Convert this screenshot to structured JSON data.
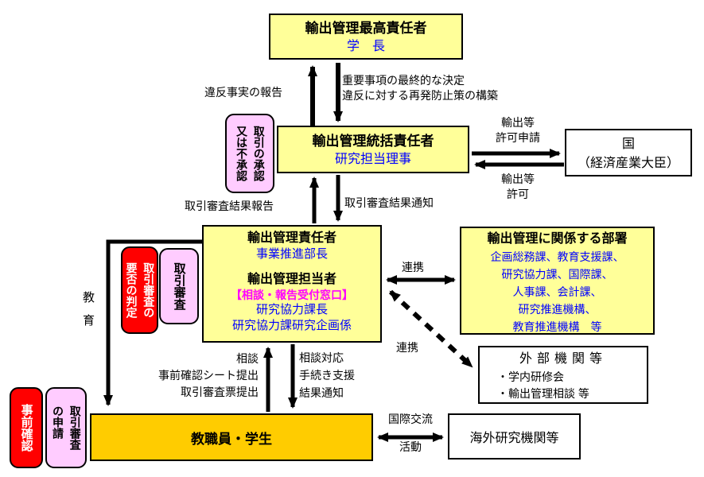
{
  "colors": {
    "box_yellow": "#FFFF99",
    "box_orange": "#FFCC00",
    "badge_red": "#FF0000",
    "badge_pink": "#FFCCFF",
    "text_blue": "#0000FF",
    "text_magenta": "#FF00FF",
    "arrow_black": "#000000"
  },
  "boxes": {
    "top_executive": {
      "title": "輸出管理最高責任者",
      "subtitle": "学　長"
    },
    "supervisor": {
      "title": "輸出管理統括責任者",
      "subtitle": "研究担当理事"
    },
    "government": {
      "line1": "国",
      "line2": "（経済産業大臣）"
    },
    "manager": {
      "title1": "輸出管理責任者",
      "subtitle1": "事業推進部長",
      "title2": "輸出管理担当者",
      "window_label": "【相談・報告受付窓口】",
      "subtitle2": "研究協力課長",
      "subtitle3": "研究協力課研究企画係"
    },
    "departments": {
      "title": "輸出管理に関係する部署",
      "lines": [
        "企画総務課、教育支援課、",
        "研究協力課、国際課、",
        "人事課、会計課、",
        "研究推進機構、",
        "教育推進機構　等"
      ]
    },
    "external": {
      "title": "外部機関等",
      "items": [
        "・学内研修会",
        "・輸出管理相談 等"
      ]
    },
    "staff": {
      "title": "教職員・学生"
    },
    "overseas": {
      "title": "海外研究機関等"
    }
  },
  "badges": {
    "approval": "取引の承認\n又は不承認",
    "judgment": "取引審査の\n要否の判定",
    "review": "取引審査",
    "preconfirm": "事前確認",
    "application": "取引審査\nの申請"
  },
  "arrow_labels": {
    "violation_report": "違反事実の報告",
    "final_decision": "重要事項の最終的な決定\n違反に対する再発防止策の構築",
    "export_apply": "輸出等\n許可申請",
    "export_permit": "輸出等\n許可",
    "review_report": "取引審査結果報告",
    "review_notice": "取引審査結果通知",
    "renkei_top": "連携",
    "renkei_bottom": "連携",
    "education": "教育",
    "consult": "相談\n事前確認シート提出\n取引審査票提出",
    "response": "相談対応\n手続き支援\n結果通知",
    "intl_exchange": "国際交流",
    "intl_activity": "活動"
  }
}
